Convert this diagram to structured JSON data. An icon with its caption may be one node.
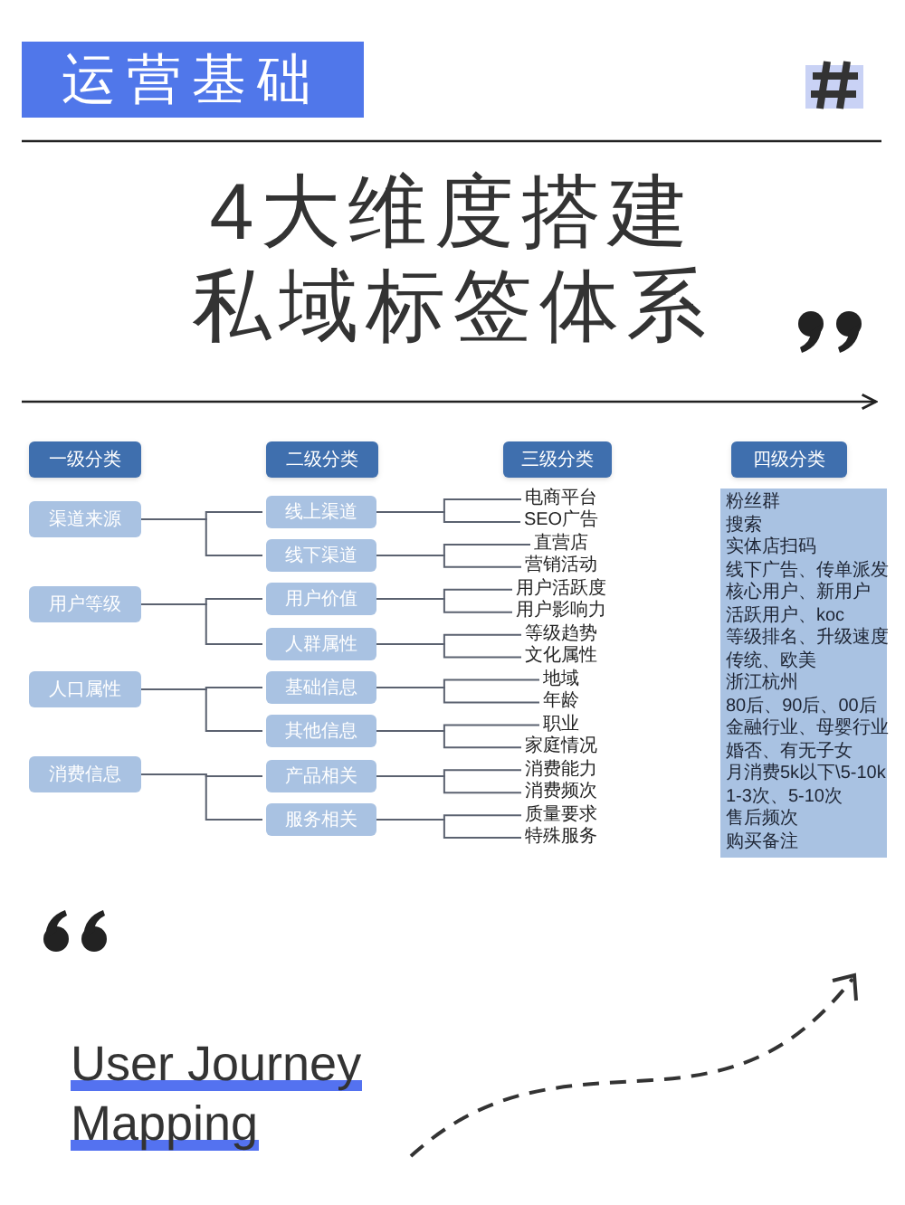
{
  "diagram": {
    "title": "4大维度搭建私域标签体系",
    "nodes": [
      {
        "text": [
          "一级分类"
        ]
      },
      {
        "text": [
          "二级分类"
        ]
      },
      {
        "text": [
          "三级分类"
        ]
      },
      {
        "text": [
          "四级分类"
        ]
      },
      {
        "text": [
          "渠道来源"
        ]
      },
      {
        "text": [
          "用户等级"
        ]
      },
      {
        "text": [
          "人口属性"
        ]
      },
      {
        "text": [
          "消费信息"
        ]
      },
      {
        "text": [
          "线上渠道"
        ]
      },
      {
        "text": [
          "线下渠道"
        ]
      },
      {
        "text": [
          "用户价值"
        ]
      },
      {
        "text": [
          "人群属性"
        ]
      },
      {
        "text": [
          "基础信息"
        ]
      },
      {
        "text": [
          "其他信息"
        ]
      },
      {
        "text": [
          "产品相关"
        ]
      },
      {
        "text": [
          "服务相关"
        ]
      },
      {
        "text": [
          "电商平台"
        ]
      },
      {
        "text": [
          "SEO广告"
        ]
      },
      {
        "text": [
          "直营店"
        ]
      },
      {
        "text": [
          "营销活动"
        ]
      },
      {
        "text": [
          "用户活跃度"
        ]
      },
      {
        "text": [
          "用户影响力"
        ]
      },
      {
        "text": [
          "等级趋势"
        ]
      },
      {
        "text": [
          "文化属性"
        ]
      },
      {
        "text": [
          "地域"
        ]
      },
      {
        "text": [
          "年龄"
        ]
      },
      {
        "text": [
          "职业"
        ]
      },
      {
        "text": [
          "家庭情况"
        ]
      },
      {
        "text": [
          "消费能力"
        ]
      },
      {
        "text": [
          "消费频次"
        ]
      },
      {
        "text": [
          "质量要求"
        ]
      },
      {
        "text": [
          "特殊服务"
        ]
      },
      {
        "text": [
          "粉丝群",
          "搜索",
          "实体店扫码",
          "线下广告、传单派发",
          "核心用户、新用户",
          "活跃用户、koc",
          "等级排名、升级速度",
          "传统、欧美",
          "浙江杭州",
          "80后、90后、00后",
          "金融行业、母婴行业",
          "婚否、有无子女",
          "月消费5k以下\\5-10k",
          "1-3次、5-10次",
          "售后频次",
          "购买备注"
        ]
      }
    ],
    "edges": [
      {
        "from": 4,
        "to": 8,
        "arrow": "none"
      },
      {
        "from": 4,
        "to": 9,
        "arrow": "none"
      },
      {
        "from": 5,
        "to": 10,
        "arrow": "none"
      },
      {
        "from": 5,
        "to": 11,
        "arrow": "none"
      },
      {
        "from": 6,
        "to": 12,
        "arrow": "none"
      },
      {
        "from": 6,
        "to": 13,
        "arrow": "none"
      },
      {
        "from": 7,
        "to": 14,
        "arrow": "none"
      },
      {
        "from": 7,
        "to": 15,
        "arrow": "none"
      },
      {
        "from": 8,
        "to": 16,
        "arrow": "none"
      },
      {
        "from": 8,
        "to": 17,
        "arrow": "none"
      },
      {
        "from": 9,
        "to": 18,
        "arrow": "none"
      },
      {
        "from": 9,
        "to": 19,
        "arrow": "none"
      },
      {
        "from": 10,
        "to": 20,
        "arrow": "none"
      },
      {
        "from": 10,
        "to": 21,
        "arrow": "none"
      },
      {
        "from": 11,
        "to": 22,
        "arrow": "none"
      },
      {
        "from": 11,
        "to": 23,
        "arrow": "none"
      },
      {
        "from": 12,
        "to": 24,
        "arrow": "none"
      },
      {
        "from": 12,
        "to": 25,
        "arrow": "none"
      },
      {
        "from": 13,
        "to": 26,
        "arrow": "none"
      },
      {
        "from": 13,
        "to": 27,
        "arrow": "none"
      },
      {
        "from": 14,
        "to": 28,
        "arrow": "none"
      },
      {
        "from": 14,
        "to": 29,
        "arrow": "none"
      },
      {
        "from": 15,
        "to": 30,
        "arrow": "none"
      },
      {
        "from": 15,
        "to": 31,
        "arrow": "none"
      }
    ],
    "labels": [
      "运营基础",
      "User Journey Mapping"
    ]
  }
}
